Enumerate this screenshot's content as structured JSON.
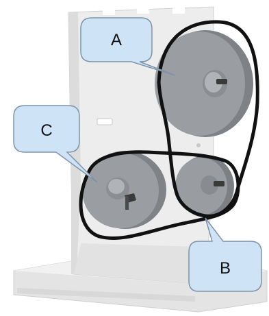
{
  "labels": {
    "a": "A",
    "b": "B",
    "c": "C"
  },
  "colors": {
    "board": "#ececec",
    "board_shade": "#d6d6d6",
    "pulley": "#8e9196",
    "pulley_light": "#a4a7ab",
    "hub": "#9b9ea3",
    "axle": "#3a3a3a",
    "belt": "#111111",
    "callout_fill": "#cfe3f7",
    "callout_stroke": "#7f93a8"
  }
}
